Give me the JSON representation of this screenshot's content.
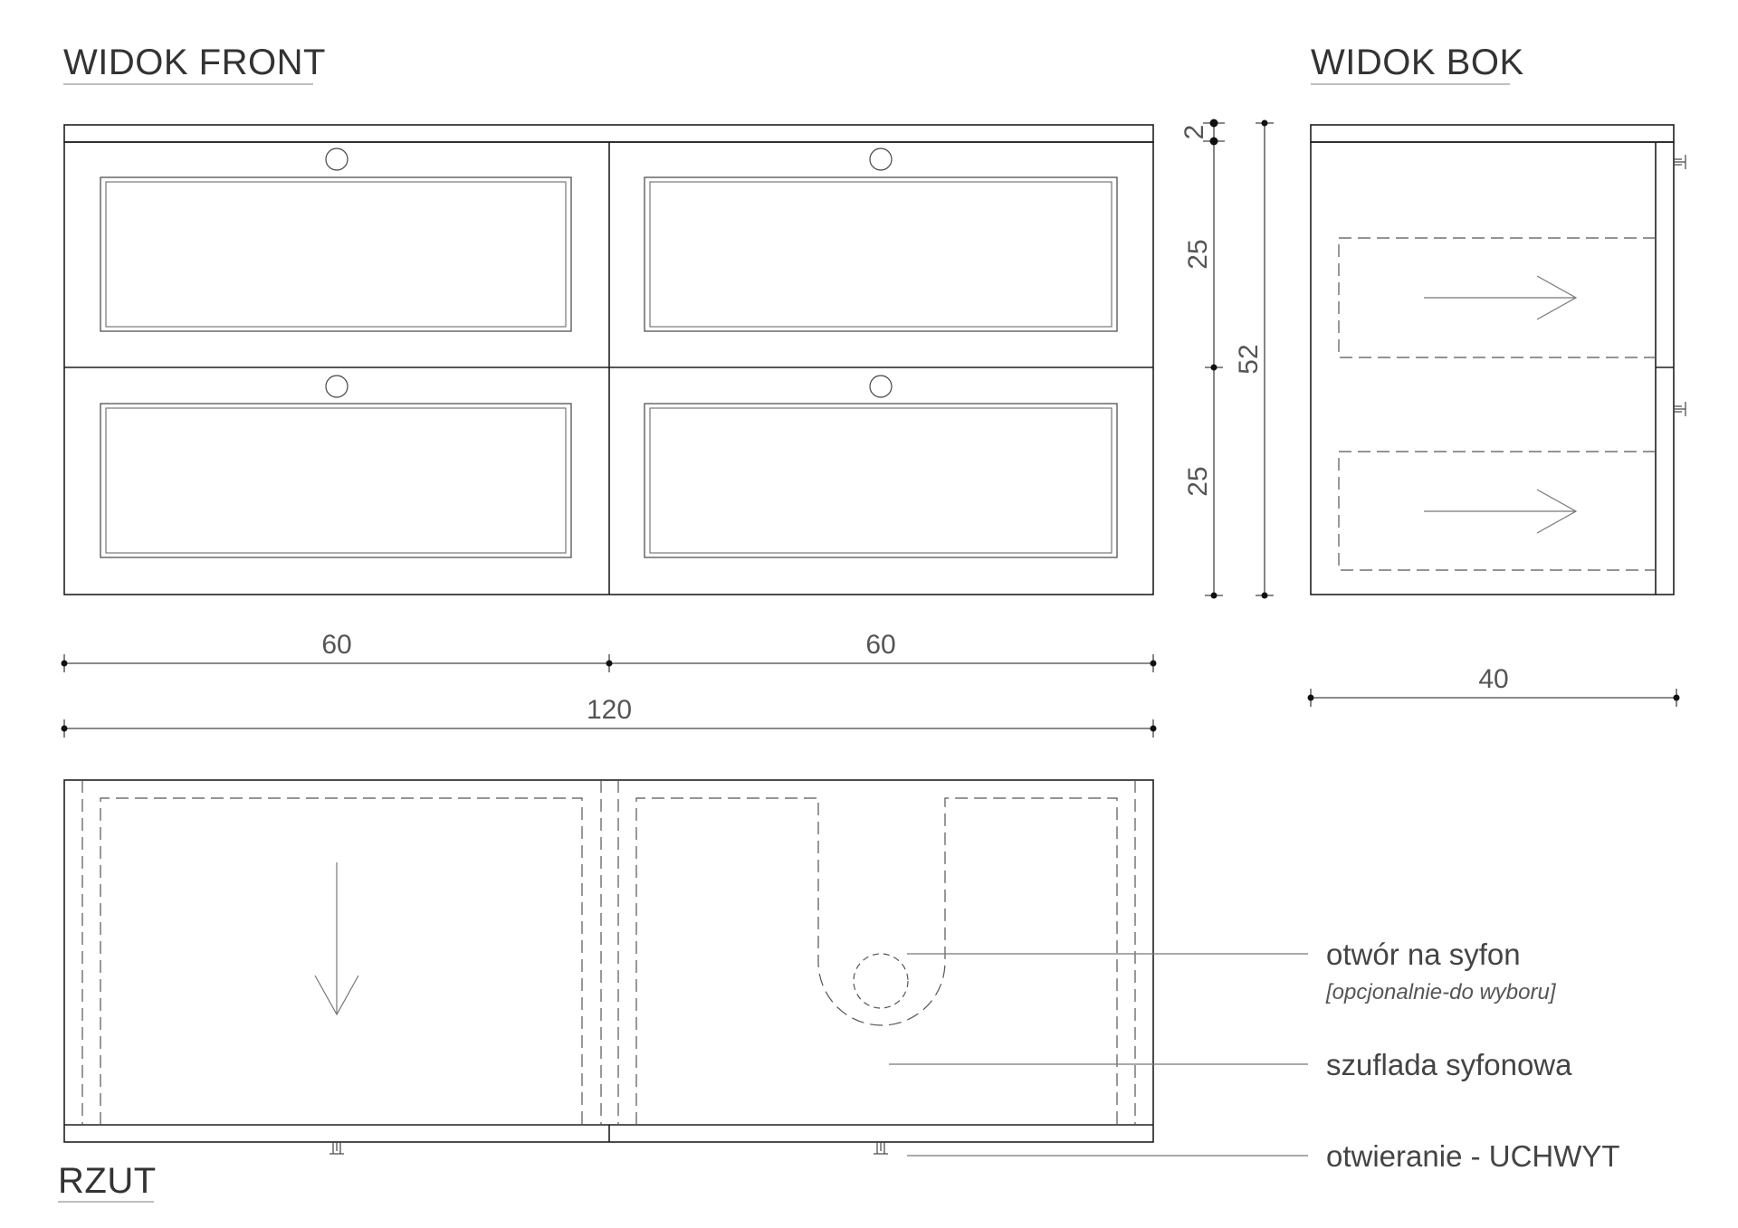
{
  "views": {
    "front_title": "WIDOK FRONT",
    "side_title": "WIDOK BOK",
    "plan_title": "RZUT"
  },
  "dimensions": {
    "top_thickness": "2",
    "drawer_upper": "25",
    "drawer_lower": "25",
    "total_height": "52",
    "width_left": "60",
    "width_right": "60",
    "total_width": "120",
    "depth": "40"
  },
  "callouts": {
    "siphon_hole": "otwór na syfon",
    "siphon_hole_note": "[opcjonalnie-do wyboru]",
    "siphon_drawer": "szuflada syfonowa",
    "opening": "otwieranie - UCHWYT"
  }
}
